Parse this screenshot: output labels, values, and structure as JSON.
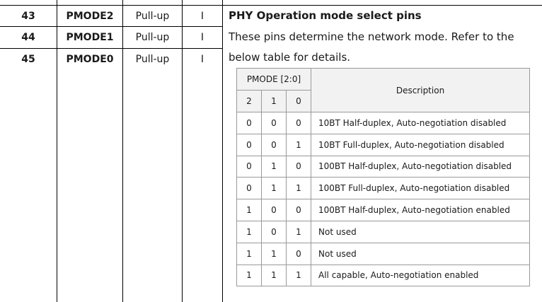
{
  "pin_table": {
    "rows": [
      {
        "pin": "43",
        "name": "PMODE2",
        "default": "Pull-up",
        "type": "I"
      },
      {
        "pin": "44",
        "name": "PMODE1",
        "default": "Pull-up",
        "type": "I"
      },
      {
        "pin": "45",
        "name": "PMODE0",
        "default": "Pull-up",
        "type": "I"
      }
    ],
    "description": {
      "title": "PHY Operation mode select pins",
      "line1": "These pins determine the network mode. Refer to the",
      "line2": "below table for details."
    }
  },
  "pmode_table": {
    "header_group": "PMODE [2:0]",
    "header_bits": [
      "2",
      "1",
      "0"
    ],
    "header_description": "Description",
    "rows": [
      {
        "b2": "0",
        "b1": "0",
        "b0": "0",
        "desc": "10BT Half-duplex, Auto-negotiation disabled"
      },
      {
        "b2": "0",
        "b1": "0",
        "b0": "1",
        "desc": "10BT Full-duplex, Auto-negotiation disabled"
      },
      {
        "b2": "0",
        "b1": "1",
        "b0": "0",
        "desc": "100BT Half-duplex, Auto-negotiation disabled"
      },
      {
        "b2": "0",
        "b1": "1",
        "b0": "1",
        "desc": "100BT Full-duplex, Auto-negotiation disabled"
      },
      {
        "b2": "1",
        "b1": "0",
        "b0": "0",
        "desc": "100BT Half-duplex, Auto-negotiation enabled"
      },
      {
        "b2": "1",
        "b1": "0",
        "b0": "1",
        "desc": "Not used"
      },
      {
        "b2": "1",
        "b1": "1",
        "b0": "0",
        "desc": "Not used"
      },
      {
        "b2": "1",
        "b1": "1",
        "b0": "1",
        "desc": "All capable, Auto-negotiation enabled"
      }
    ]
  }
}
